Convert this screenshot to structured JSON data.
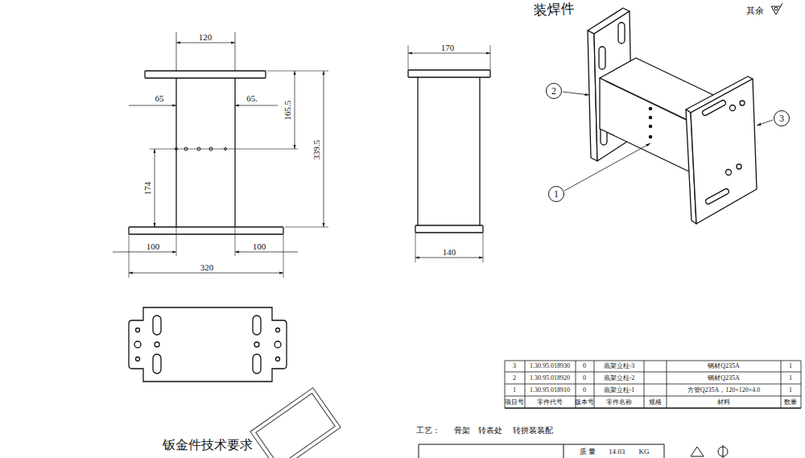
{
  "diagram": {
    "nodes": [
      {
        "text": [
          "2"
        ]
      },
      {
        "text": [
          "3"
        ]
      },
      {
        "text": [
          "1"
        ]
      }
    ],
    "labels": [
      "120",
      "65",
      "65.",
      "165.5",
      "339.5",
      "174",
      "100",
      "100",
      "320",
      "170",
      "140",
      "装焊件",
      "其余",
      "3",
      "1.30.95.018930",
      "0",
      "底架立柱-3",
      "钢材Q235A",
      "1",
      "2",
      "1.30.95.018920",
      "0",
      "底架立柱-2",
      "钢材Q235A",
      "1",
      "1",
      "1.30.95.018910",
      "0",
      "底架立柱-1",
      "方管Q235A，120×120×4.0",
      "1",
      "项目号",
      "零件代号",
      "版本号",
      "零件名称",
      "规格",
      "材料",
      "数量",
      "工艺：",
      "骨架",
      "转表处",
      "转拼装装配",
      "钣金件技术要求",
      "质 量",
      "14.03",
      "KG"
    ]
  }
}
